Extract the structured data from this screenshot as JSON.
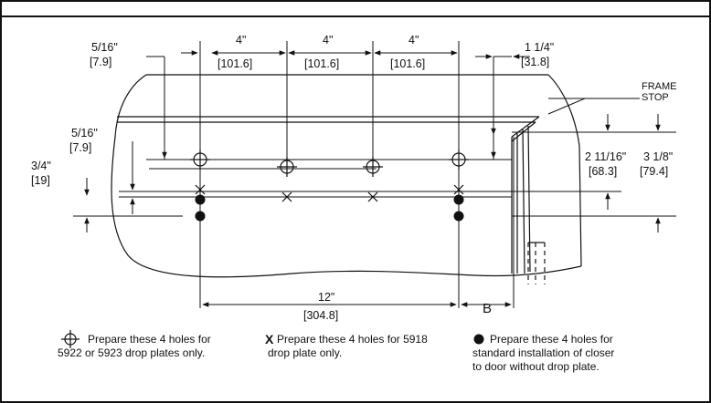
{
  "dimensions": {
    "top_left": {
      "imperial": "5/16\"",
      "metric": "[7.9]"
    },
    "spacing_1": {
      "imperial": "4\"",
      "metric": "[101.6]"
    },
    "spacing_2": {
      "imperial": "4\"",
      "metric": "[101.6]"
    },
    "spacing_3": {
      "imperial": "4\"",
      "metric": "[101.6]"
    },
    "top_right": {
      "imperial": "1 1/4\"",
      "metric": "[31.8]"
    },
    "left_mid": {
      "imperial": "5/16\"",
      "metric": "[7.9]"
    },
    "left_low": {
      "imperial": "3/4\"",
      "metric": "[19]"
    },
    "right_inner": {
      "imperial": "2 11/16\"",
      "metric": "[68.3]"
    },
    "right_outer": {
      "imperial": "3 1/8\"",
      "metric": "[79.4]"
    },
    "bottom": {
      "imperial": "12\"",
      "metric": "[304.8]"
    },
    "bottom_right": {
      "label": "B"
    }
  },
  "labels": {
    "frame_stop_line1": "FRAME",
    "frame_stop_line2": "STOP"
  },
  "legend": [
    {
      "symbol": "crosshair-circle",
      "line1": "Prepare these 4 holes for",
      "line2": "5922 or 5923 drop plates only.",
      "line3": ""
    },
    {
      "symbol": "X",
      "line1": "Prepare these 4 holes for 5918",
      "line2": "drop plate only.",
      "line3": ""
    },
    {
      "symbol": "filled-circle",
      "line1": "Prepare these 4 holes for",
      "line2": "standard installation of closer",
      "line3": "to door without drop plate."
    }
  ]
}
